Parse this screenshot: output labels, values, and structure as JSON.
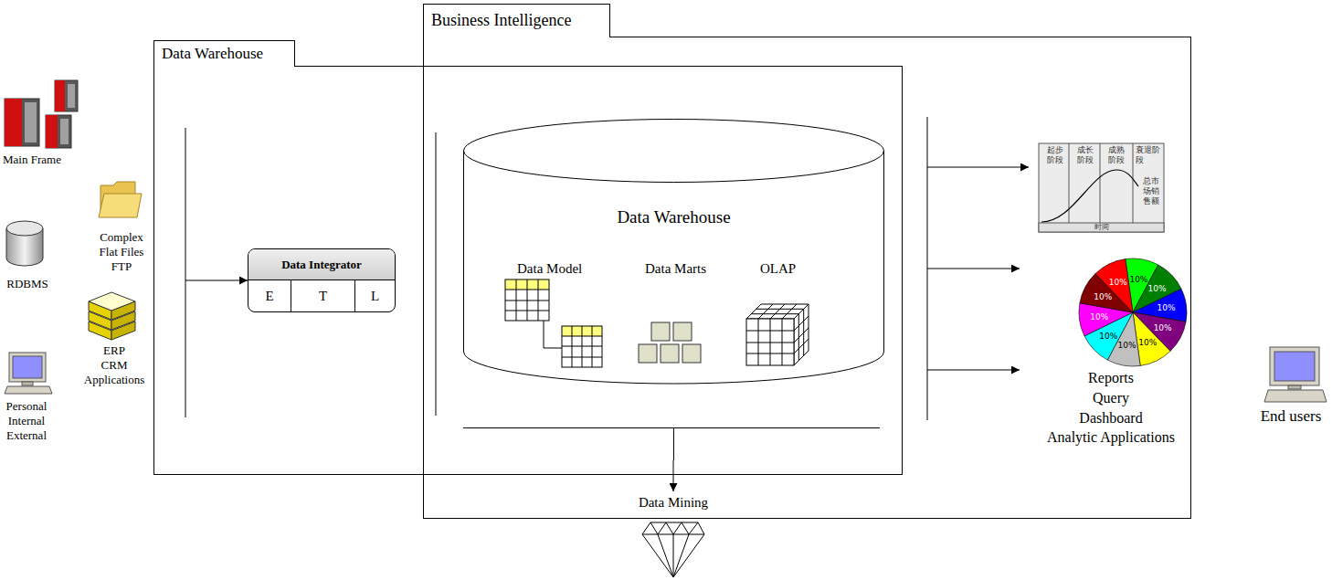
{
  "diagram": {
    "nodes": [
      {
        "text": [
          "Data Warehouse"
        ]
      },
      {
        "text": [
          "Business Intelligence"
        ]
      },
      {
        "text": [
          "Data Integrator",
          "E",
          "T",
          "L"
        ],
        "in": 0
      },
      {
        "text": [
          "Data Warehouse",
          "Data Model",
          "Data Marts",
          "OLAP"
        ],
        "in": 0
      },
      {
        "text": [
          "Data Mining"
        ],
        "in": 1
      }
    ],
    "edges": [
      {
        "from": 3,
        "to": 4,
        "arrow": "to"
      }
    ],
    "labels": [
      "Main Frame",
      "Complex Flat Files FTP",
      "RDBMS",
      "ERP CRM Applications",
      "Personal Internal External",
      "起步阶段",
      "成长阶段",
      "成熟阶段",
      "衰退阶段",
      "总市场销售额",
      "时间",
      "10%",
      "10%",
      "10%",
      "10%",
      "10%",
      "10%",
      "10%",
      "10%",
      "10%",
      "10%",
      "Reports",
      "Query",
      "Dashboard",
      "Analytic Applications",
      "End users"
    ]
  }
}
